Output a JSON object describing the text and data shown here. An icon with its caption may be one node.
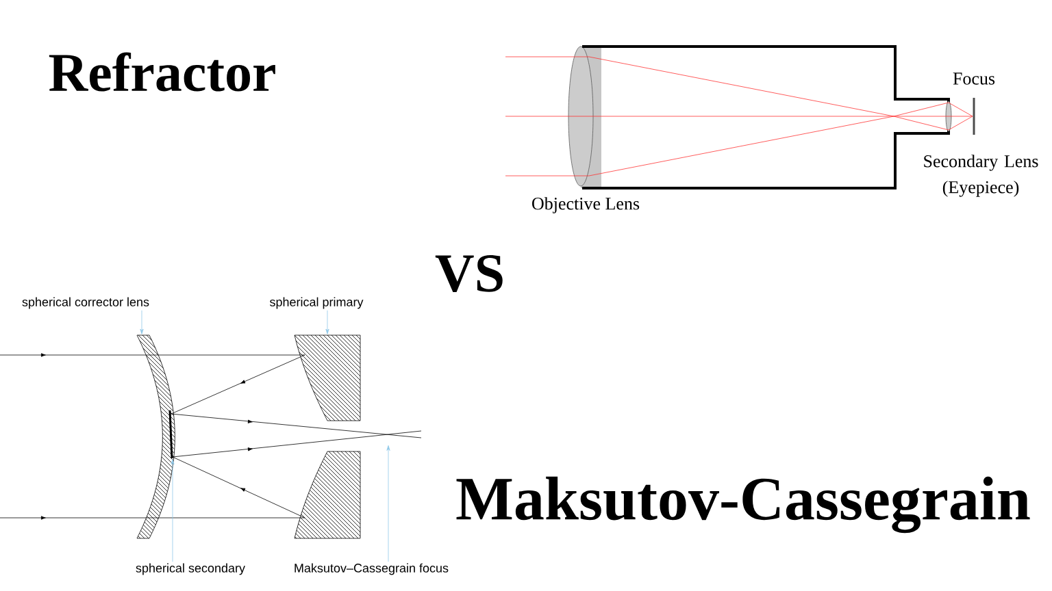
{
  "diagram": {
    "nodes": [
      {
        "text": [
          "spherical corrector lens"
        ]
      },
      {
        "text": [
          "spherical primary"
        ]
      },
      {
        "text": [
          "spherical secondary"
        ]
      },
      {
        "text": [
          "Maksutov–Cassegrain focus"
        ]
      },
      {
        "text": [],
        "shape": "lens"
      },
      {
        "text": [],
        "shape": "mirror"
      },
      {
        "text": [],
        "shape": "bar",
        "in": 4
      }
    ],
    "edges": [
      {
        "from": 0,
        "to": 4,
        "arrow": "to"
      },
      {
        "from": 1,
        "to": 5,
        "arrow": "to"
      },
      {
        "from": 2,
        "to": 6,
        "arrow": "to"
      },
      {
        "from": 3,
        "to": null,
        "arrow": "to"
      }
    ],
    "labels": [
      "Refractor",
      "Focus",
      "Secondary Lens (Eyepiece)",
      "Objective Lens",
      "VS",
      "Maksutov-Cassegrain"
    ]
  }
}
